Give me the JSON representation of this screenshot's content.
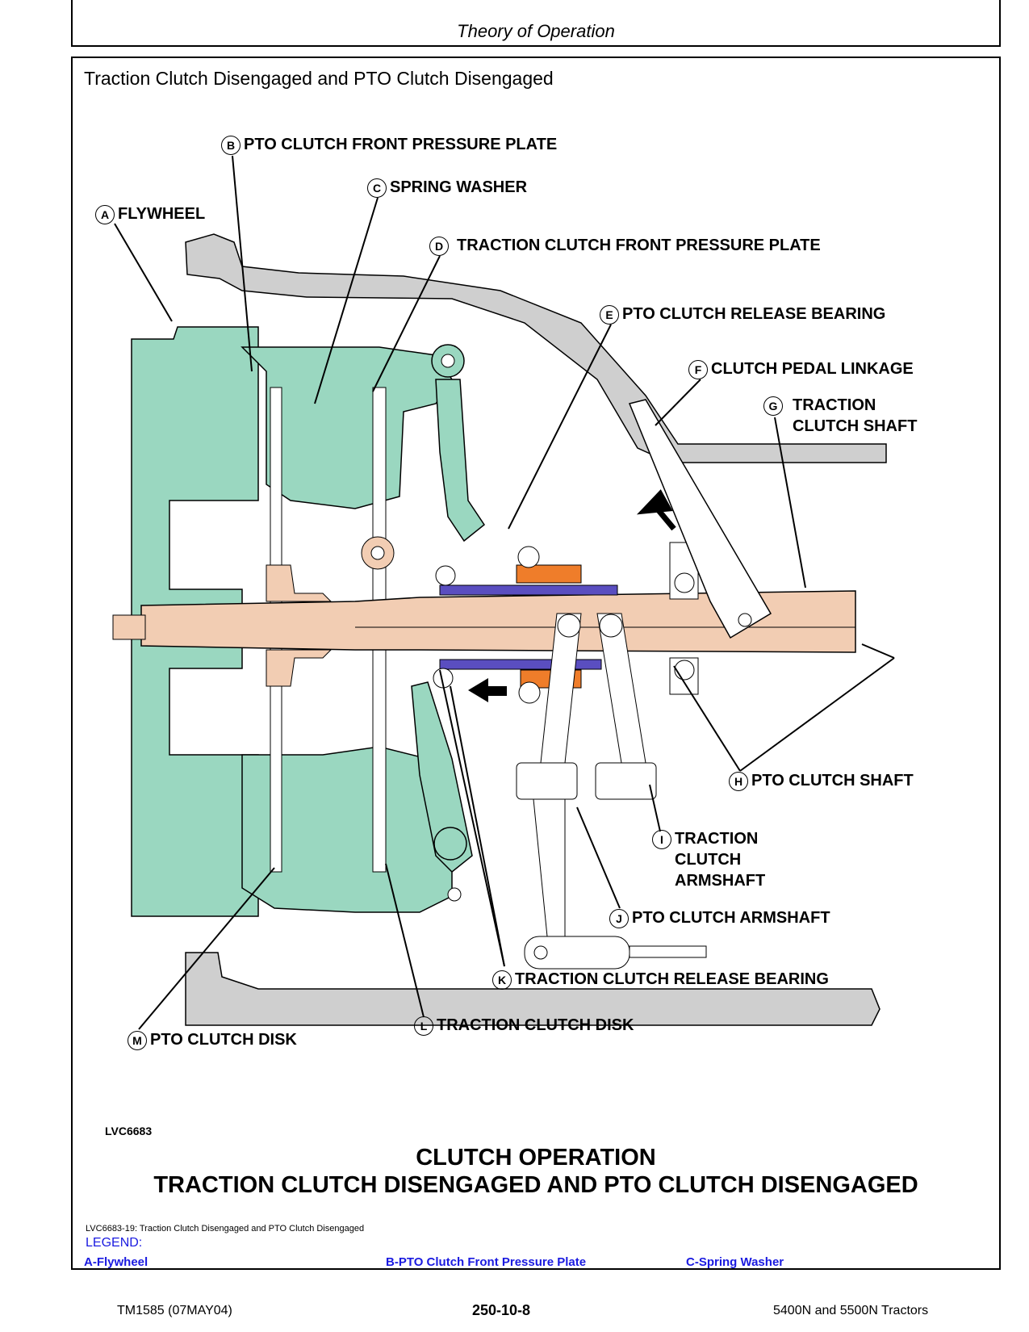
{
  "header": {
    "title": "Theory of Operation"
  },
  "section_title": "Traction Clutch Disengaged and PTO Clutch Disengaged",
  "callouts": {
    "A": {
      "letter": "A",
      "label": "FLYWHEEL"
    },
    "B": {
      "letter": "B",
      "label": "PTO CLUTCH FRONT PRESSURE PLATE"
    },
    "C": {
      "letter": "C",
      "label": "SPRING WASHER"
    },
    "D": {
      "letter": "D",
      "label": "TRACTION CLUTCH FRONT PRESSURE PLATE"
    },
    "E": {
      "letter": "E",
      "label": "PTO CLUTCH RELEASE BEARING"
    },
    "F": {
      "letter": "F",
      "label": "CLUTCH PEDAL LINKAGE"
    },
    "G": {
      "letter": "G",
      "label_line1": "TRACTION",
      "label_line2": "CLUTCH SHAFT"
    },
    "H": {
      "letter": "H",
      "label": "PTO CLUTCH SHAFT"
    },
    "I": {
      "letter": "I",
      "label_line1": "TRACTION",
      "label_line2": "CLUTCH",
      "label_line3": "ARMSHAFT"
    },
    "J": {
      "letter": "J",
      "label": "PTO CLUTCH ARMSHAFT"
    },
    "K": {
      "letter": "K",
      "label": "TRACTION CLUTCH RELEASE BEARING"
    },
    "L": {
      "letter": "L",
      "label": "TRACTION CLUTCH DISK"
    },
    "M": {
      "letter": "M",
      "label": "PTO CLUTCH DISK"
    }
  },
  "figure_id": "LVC6683",
  "caption": {
    "line1": "CLUTCH OPERATION",
    "line2": "TRACTION CLUTCH DISENGAGED AND PTO CLUTCH DISENGAGED"
  },
  "small_caption": "LVC6683-19: Traction Clutch Disengaged and PTO Clutch Disengaged",
  "legend": {
    "title": "LEGEND:",
    "items": [
      "A-Flywheel",
      "B-PTO Clutch Front Pressure Plate",
      "C-Spring Washer"
    ]
  },
  "footer": {
    "left": "TM1585 (07MAY04)",
    "center": "250-10-8",
    "right": "5400N and 5500N Tractors"
  },
  "colors": {
    "housing_green": "#9ad7c0",
    "shaft_tan": "#f2cdb3",
    "housing_gray": "#cfcfcf",
    "bearing_purple": "#5a4ec0",
    "spacer_orange": "#ef7d2a",
    "legend_blue": "#1a1ae0"
  }
}
